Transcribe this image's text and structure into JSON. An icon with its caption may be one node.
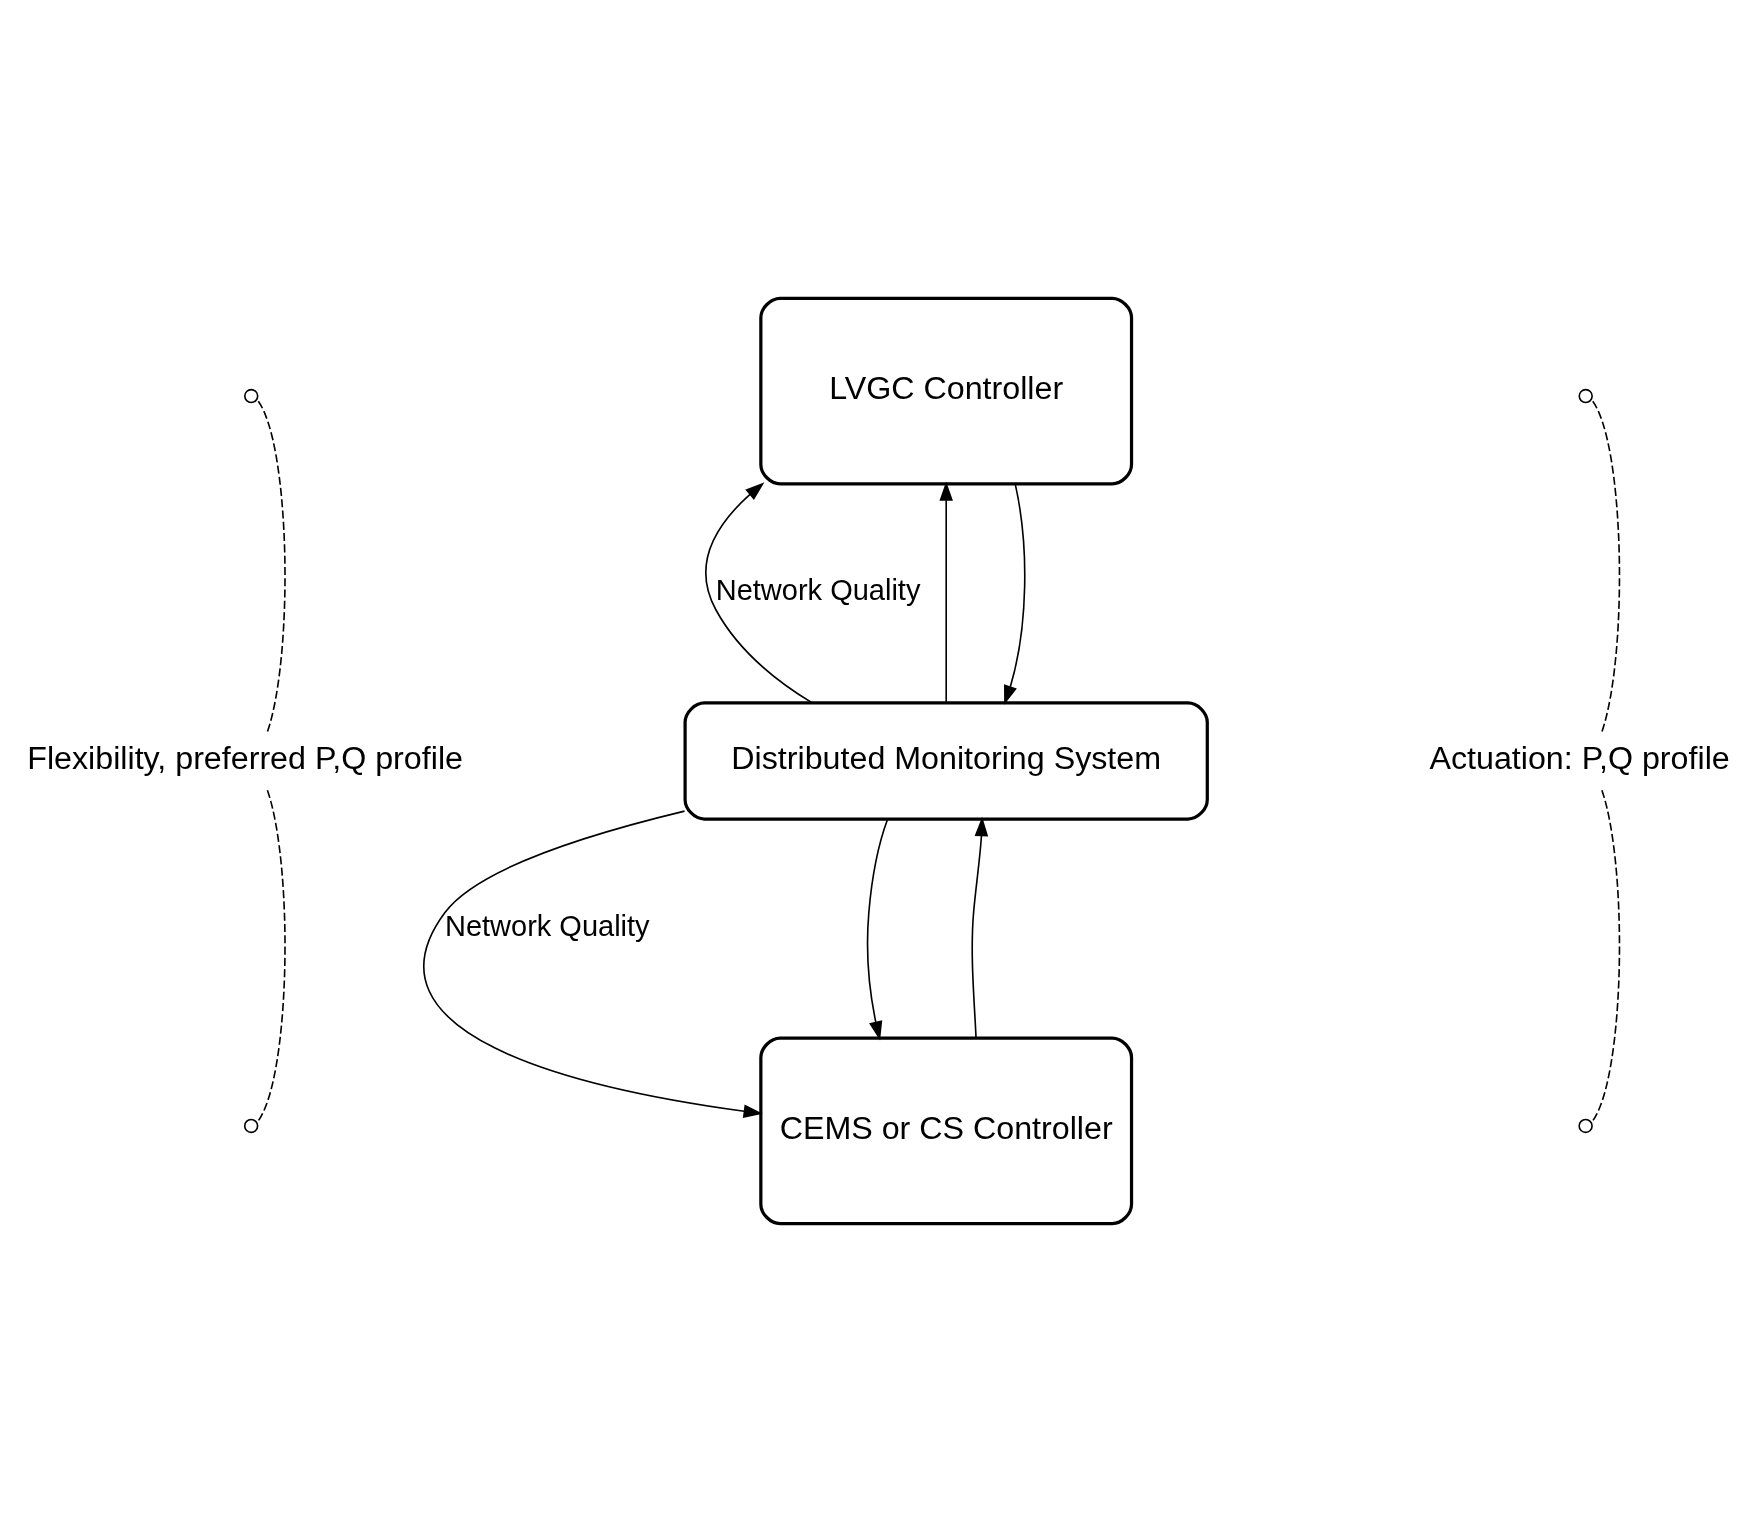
{
  "diagram": {
    "nodes": [
      {
        "text": [
          "LVGC Controller"
        ]
      },
      {
        "text": [
          "Distributed Monitoring System"
        ]
      },
      {
        "text": [
          "CEMS or CS Controller"
        ]
      },
      {
        "text": [
          "Flexibility, preferred P,Q profile"
        ]
      },
      {
        "text": [
          "Actuation: P,Q profile"
        ]
      }
    ],
    "edges": [
      {
        "from": 1,
        "to": 0,
        "arrow": "to"
      },
      {
        "from": 1,
        "to": 0,
        "arrow": "to",
        "label": "Network Quality"
      },
      {
        "from": 0,
        "to": 1,
        "arrow": "to"
      },
      {
        "from": 2,
        "to": 1,
        "arrow": "to"
      },
      {
        "from": 1,
        "to": 2,
        "arrow": "to",
        "label": "Network Quality"
      },
      {
        "from": 1,
        "to": 2,
        "arrow": "to"
      },
      {
        "from": 3,
        "to": null,
        "arrow": "other",
        "style": "dashed"
      },
      {
        "from": 3,
        "to": null,
        "arrow": "other",
        "style": "dashed"
      },
      {
        "from": 4,
        "to": null,
        "arrow": "other",
        "style": "dashed"
      },
      {
        "from": 4,
        "to": null,
        "arrow": "other",
        "style": "dashed"
      }
    ]
  }
}
